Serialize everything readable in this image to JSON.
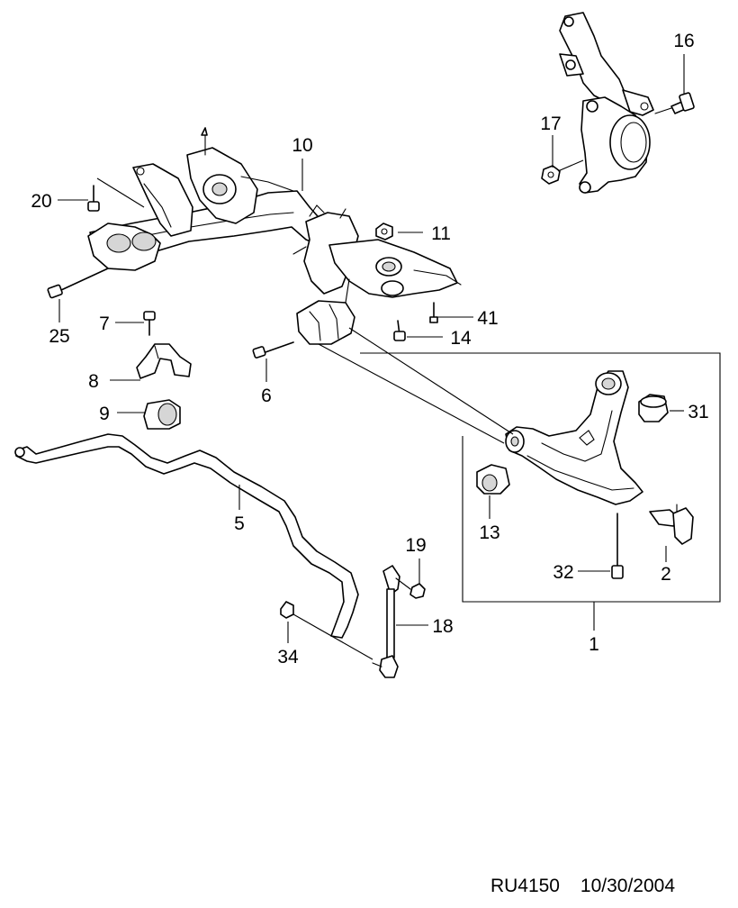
{
  "callouts": {
    "c1": "1",
    "c2": "2",
    "c5": "5",
    "c6": "6",
    "c7": "7",
    "c8": "8",
    "c9": "9",
    "c10": "10",
    "c11": "11",
    "c13": "13",
    "c14": "14",
    "c16": "16",
    "c17": "17",
    "c18": "18",
    "c19": "19",
    "c20": "20",
    "c25": "25",
    "c31": "31",
    "c32": "32",
    "c34": "34",
    "c41": "41"
  },
  "footer": {
    "code": "RU4150",
    "date": "10/30/2004"
  }
}
